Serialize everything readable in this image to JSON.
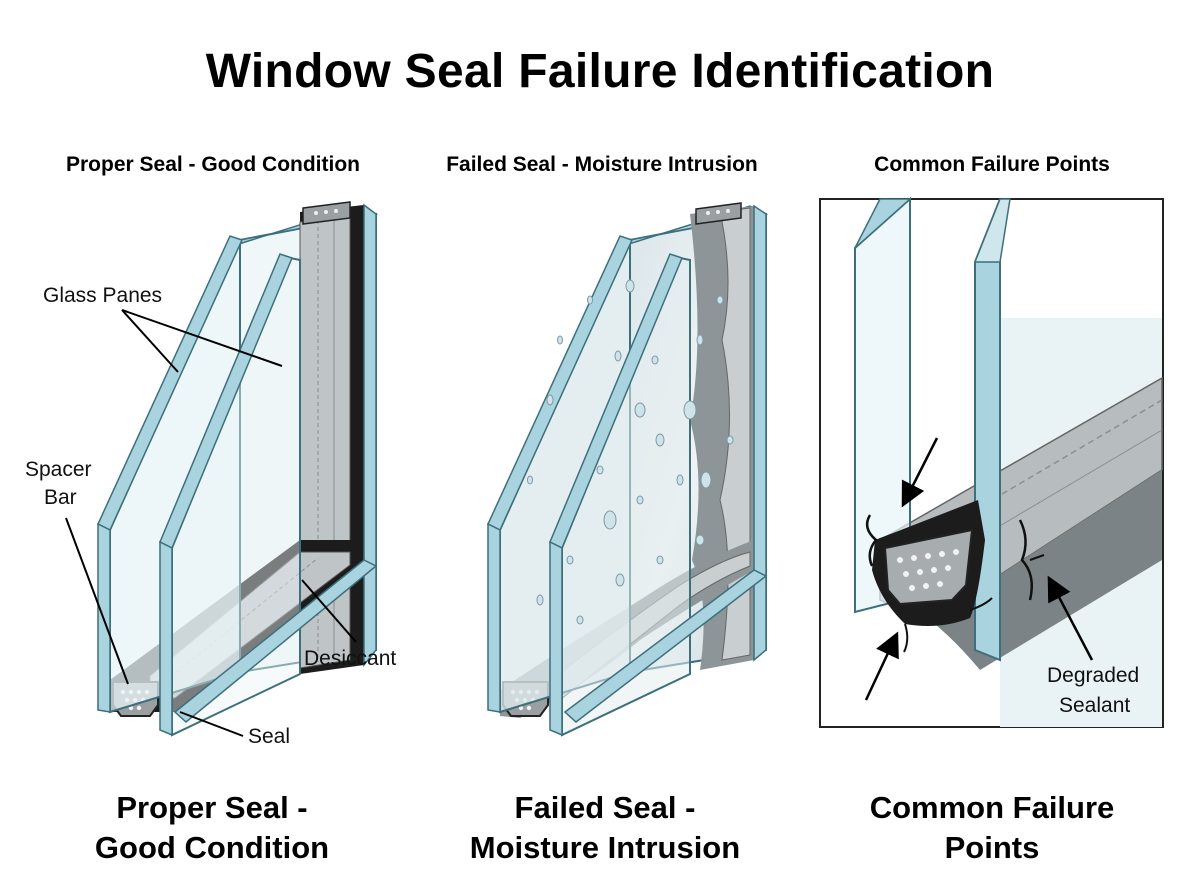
{
  "title": "Window Seal Failure Identification",
  "panels": [
    {
      "heading": "Proper Seal - Good Condition",
      "caption": [
        "Proper Seal -",
        "Good Condition"
      ],
      "labels": {
        "glass_panes": "Glass Panes",
        "spacer_bar": [
          "Spacer",
          "Bar"
        ],
        "desiccant": "Desiccant",
        "seal": "Seal"
      }
    },
    {
      "heading": "Failed Seal - Moisture Intrusion",
      "caption": [
        "Failed Seal -",
        "Moisture Intrusion"
      ]
    },
    {
      "heading": "Common Failure Points",
      "caption": [
        "Common Failure",
        "Points"
      ],
      "labels": {
        "degraded_sealant": [
          "Degraded",
          "Sealant"
        ]
      }
    }
  ],
  "colors": {
    "glass_edge": "#a9d3de",
    "glass_stroke": "#3d6f7c",
    "glass_face": "#e7f3f6",
    "sealant": "#1c1c1c",
    "spacer": "#bdbdbd"
  }
}
